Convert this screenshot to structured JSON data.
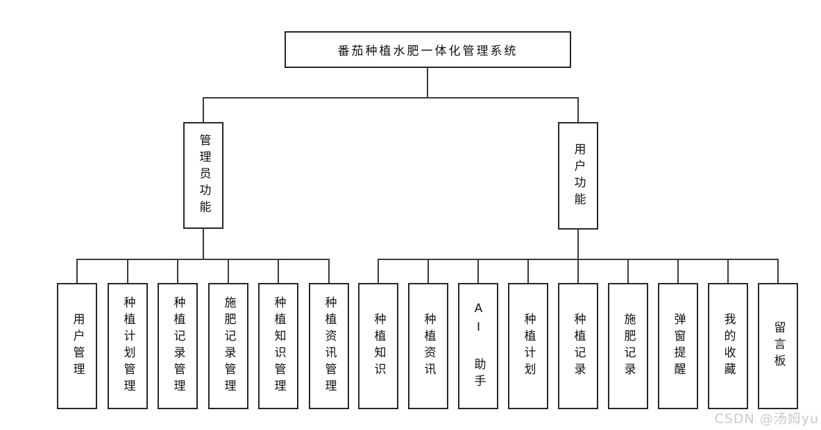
{
  "colors": {
    "background": "#ffffff",
    "connector_line": "#3a3a3a",
    "box_border": "#262626",
    "text": "#111111",
    "watermark": "#c9c9c9"
  },
  "watermark": {
    "text": "CSDN @汤姆yu"
  },
  "tree": {
    "root": {
      "label": "番茄种植水肥一体化管理系统"
    },
    "branches": [
      {
        "label": "管理员功能",
        "children": [
          {
            "label": "用户管理"
          },
          {
            "label": "种植计划管理"
          },
          {
            "label": "种植记录管理"
          },
          {
            "label": "施肥记录管理"
          },
          {
            "label": "种植知识管理"
          },
          {
            "label": "种植资讯管理"
          }
        ]
      },
      {
        "label": "用户功能",
        "children": [
          {
            "label": "种植知识"
          },
          {
            "label": "种植资讯"
          },
          {
            "label": "AI 助手"
          },
          {
            "label": "种植计划"
          },
          {
            "label": "种植记录"
          },
          {
            "label": "施肥记录"
          },
          {
            "label": "弹窗提醒"
          },
          {
            "label": "我的收藏"
          },
          {
            "label": "留言板"
          }
        ]
      }
    ]
  }
}
